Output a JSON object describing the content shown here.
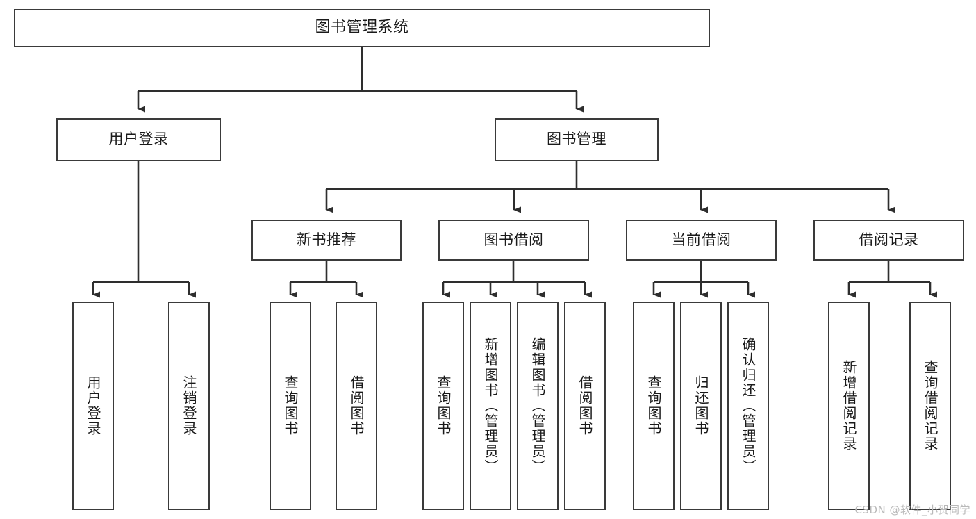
{
  "diagram": {
    "type": "tree",
    "title": "图书管理系统",
    "watermark": "CSDN @软件_小贺同学",
    "colors": {
      "box_border": "#3a3a3a",
      "box_fill": "#ffffff",
      "connector": "#2e2e2e",
      "text": "#1a1a1a",
      "watermark": "#b9b9b9",
      "background": "#ffffff"
    },
    "root": {
      "label": "图书管理系统"
    },
    "level2": [
      {
        "label": "用户登录"
      },
      {
        "label": "图书管理"
      }
    ],
    "level3": [
      {
        "label": "新书推荐"
      },
      {
        "label": "图书借阅"
      },
      {
        "label": "当前借阅"
      },
      {
        "label": "借阅记录"
      }
    ],
    "leaves": {
      "user_login": [
        {
          "label": "用户登录"
        },
        {
          "label": "注销登录"
        }
      ],
      "new_book_recommend": [
        {
          "label": "查询图书"
        },
        {
          "label": "借阅图书"
        }
      ],
      "book_borrow": [
        {
          "label": "查询图书"
        },
        {
          "label": "新增图书（管理员）"
        },
        {
          "label": "编辑图书（管理员）"
        },
        {
          "label": "借阅图书"
        }
      ],
      "current_borrow": [
        {
          "label": "查询图书"
        },
        {
          "label": "归还图书"
        },
        {
          "label": "确认归还（管理员）"
        }
      ],
      "borrow_record": [
        {
          "label": "新增借阅记录"
        },
        {
          "label": "查询借阅记录"
        }
      ]
    }
  }
}
